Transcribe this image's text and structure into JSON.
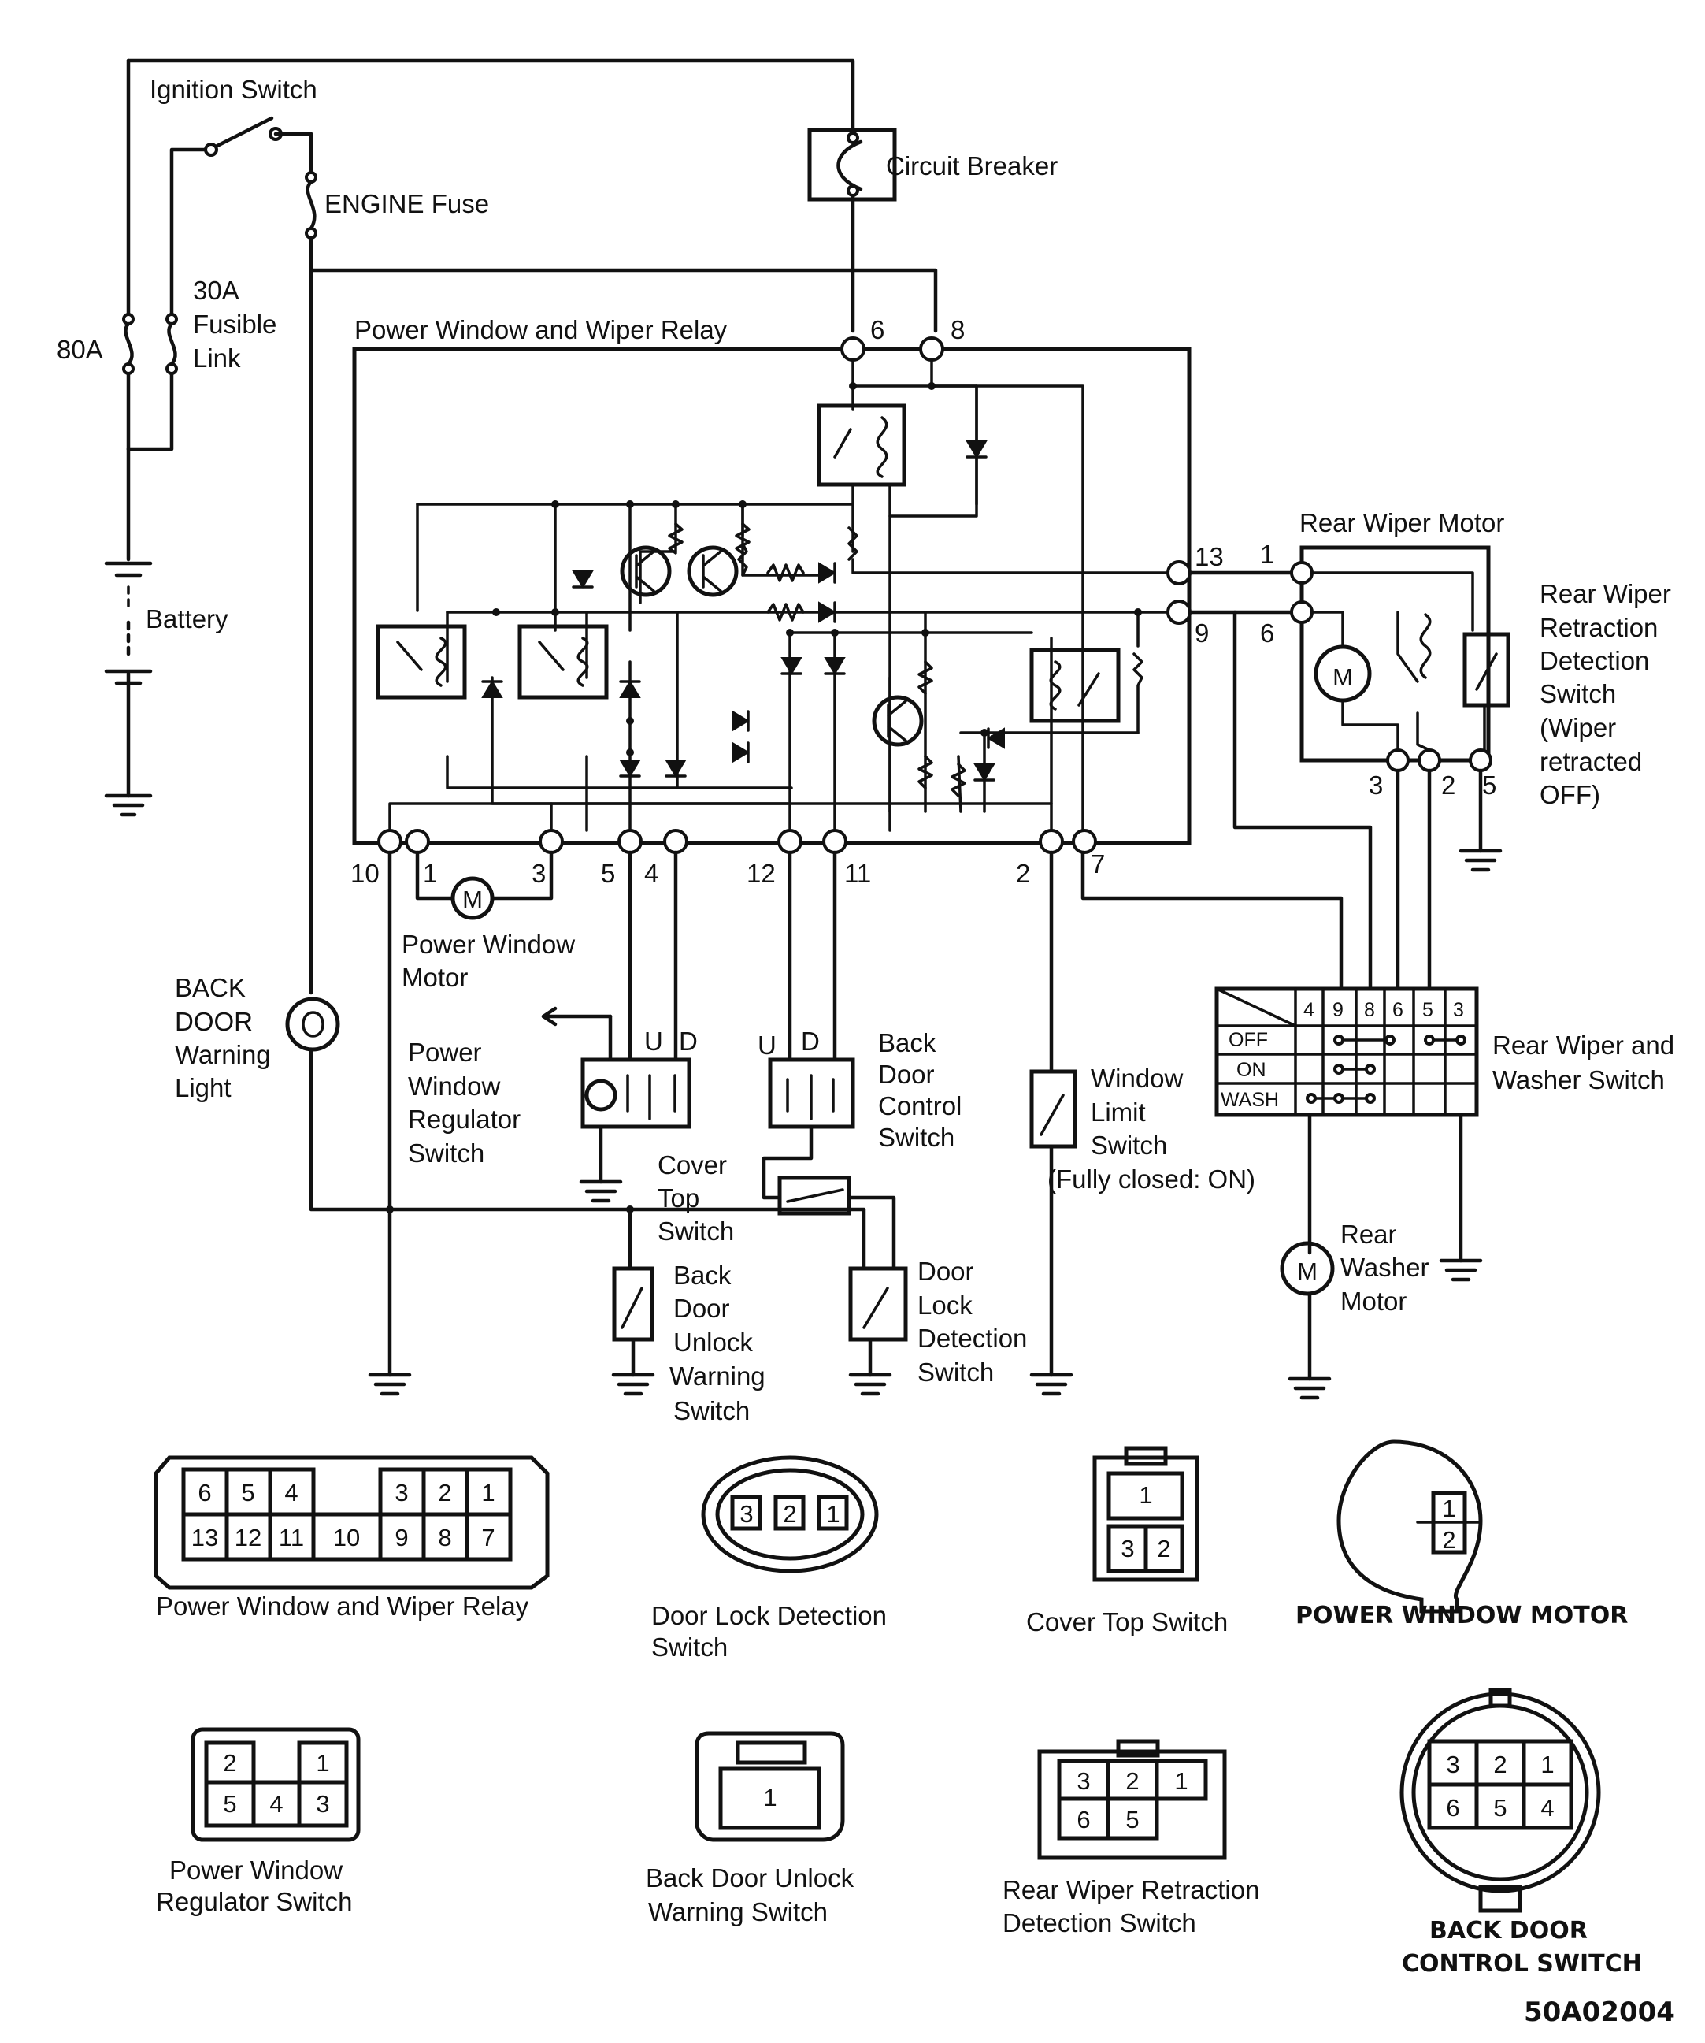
{
  "labels": {
    "ignition_switch": "Ignition Switch",
    "circuit_breaker": "Circuit Breaker",
    "engine_fuse": "ENGINE Fuse",
    "fusible_30a": "30A",
    "fusible_word": "Fusible",
    "fusible_link": "Link",
    "fuse_80a": "80A",
    "battery": "Battery",
    "relay": "Power Window and Wiper Relay",
    "rear_wiper_motor": "Rear Wiper Motor",
    "retraction_lines": [
      "Rear Wiper",
      "Retraction",
      "Detection",
      "Switch",
      "(Wiper",
      "retracted",
      "OFF)"
    ],
    "back_door_light_lines": [
      "BACK",
      "DOOR",
      "Warning",
      "Light"
    ],
    "pw_motor_lines": [
      "Power Window",
      "Motor"
    ],
    "pw_reg_lines": [
      "Power",
      "Window",
      "Regulator",
      "Switch"
    ],
    "bd_control_lines": [
      "Back",
      "Door",
      "Control",
      "Switch"
    ],
    "window_limit_lines": [
      "Window",
      "Limit",
      "Switch",
      "(Fully closed:  ON)"
    ],
    "cover_top_lines": [
      "Cover",
      "Top",
      "Switch"
    ],
    "bd_unlock_lines": [
      "Back",
      "Door",
      "Unlock",
      "Warning",
      "Switch"
    ],
    "door_lock_lines": [
      "Door",
      "Lock",
      "Detection",
      "Switch"
    ],
    "rear_washer_lines": [
      "Rear",
      "Washer",
      "Motor"
    ],
    "wiper_washer_switch_lines": [
      "Rear Wiper and",
      "Washer Switch"
    ],
    "switch_u": "U",
    "switch_d": "D"
  },
  "relay_pins": {
    "top": [
      "6",
      "8"
    ],
    "right": [
      "13",
      "9"
    ],
    "bottom": [
      "10",
      "1",
      "3",
      "5",
      "4",
      "12",
      "11",
      "2",
      "7"
    ]
  },
  "wiper_motor_pins": [
    "1",
    "6",
    "3",
    "2",
    "5"
  ],
  "switch_table": {
    "columns": [
      "4",
      "9",
      "8",
      "6",
      "5",
      "3"
    ],
    "rows": [
      "OFF",
      "ON",
      "WASH"
    ]
  },
  "connectors": {
    "relay": {
      "top_row": [
        "6",
        "5",
        "4",
        "3",
        "2",
        "1"
      ],
      "bottom_row": [
        "13",
        "12",
        "11",
        "10",
        "9",
        "8",
        "7"
      ],
      "caption": "Power Window and Wiper Relay"
    },
    "door_lock": {
      "pins": [
        "3",
        "2",
        "1"
      ],
      "caption_lines": [
        "Door Lock Detection",
        "Switch"
      ]
    },
    "cover_top": {
      "top": "1",
      "bottom": [
        "3",
        "2"
      ],
      "caption": "Cover Top Switch"
    },
    "pw_motor": {
      "pins": [
        "1",
        "2"
      ],
      "caption": "POWER WINDOW MOTOR"
    },
    "pw_regulator": {
      "top": [
        "2",
        "1"
      ],
      "bottom": [
        "5",
        "4",
        "3"
      ],
      "caption_lines": [
        "Power Window",
        "Regulator Switch"
      ]
    },
    "bd_unlock": {
      "pins": [
        "1"
      ],
      "caption_lines": [
        "Back Door Unlock",
        "Warning Switch"
      ]
    },
    "retraction": {
      "top": [
        "3",
        "2",
        "1"
      ],
      "bottom": [
        "6",
        "5"
      ],
      "caption_lines": [
        "Rear Wiper Retraction",
        "Detection Switch"
      ]
    },
    "bd_control": {
      "top": [
        "3",
        "2",
        "1"
      ],
      "bottom": [
        "6",
        "5",
        "4"
      ],
      "caption_lines": [
        "BACK DOOR",
        "CONTROL SWITCH"
      ]
    }
  },
  "figure_code": "50A02004"
}
